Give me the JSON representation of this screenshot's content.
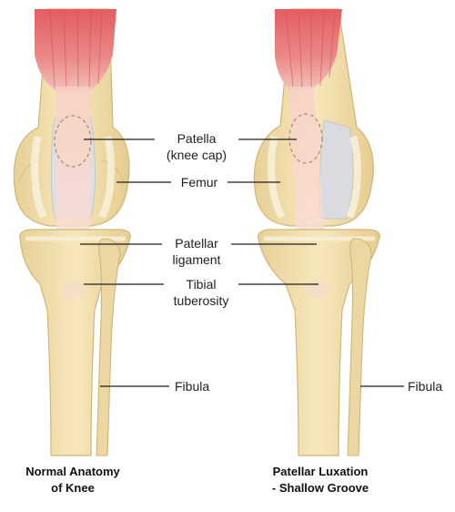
{
  "labels": {
    "patella_line1": "Patella",
    "patella_line2": "(knee cap)",
    "femur": "Femur",
    "patellar_ligament_line1": "Patellar",
    "patellar_ligament_line2": "ligament",
    "tibial_tuberosity_line1": "Tibial",
    "tibial_tuberosity_line2": "tuberosity",
    "fibula_center": "Fibula",
    "fibula_right": "Fibula"
  },
  "captions": {
    "left_line1": "Normal Anatomy",
    "left_line2": "of Knee",
    "right_line1": "Patellar Luxation",
    "right_line2": "- Shallow Groove"
  },
  "colors": {
    "bone_fill": "#f3e2b0",
    "bone_outline": "#cfb678",
    "muscle": "#e46a6a",
    "muscle_light": "#f1a3a0",
    "ligament": "#f9d8d0",
    "groove": "#d9dbe0",
    "cartilage": "#f7f1dd"
  }
}
